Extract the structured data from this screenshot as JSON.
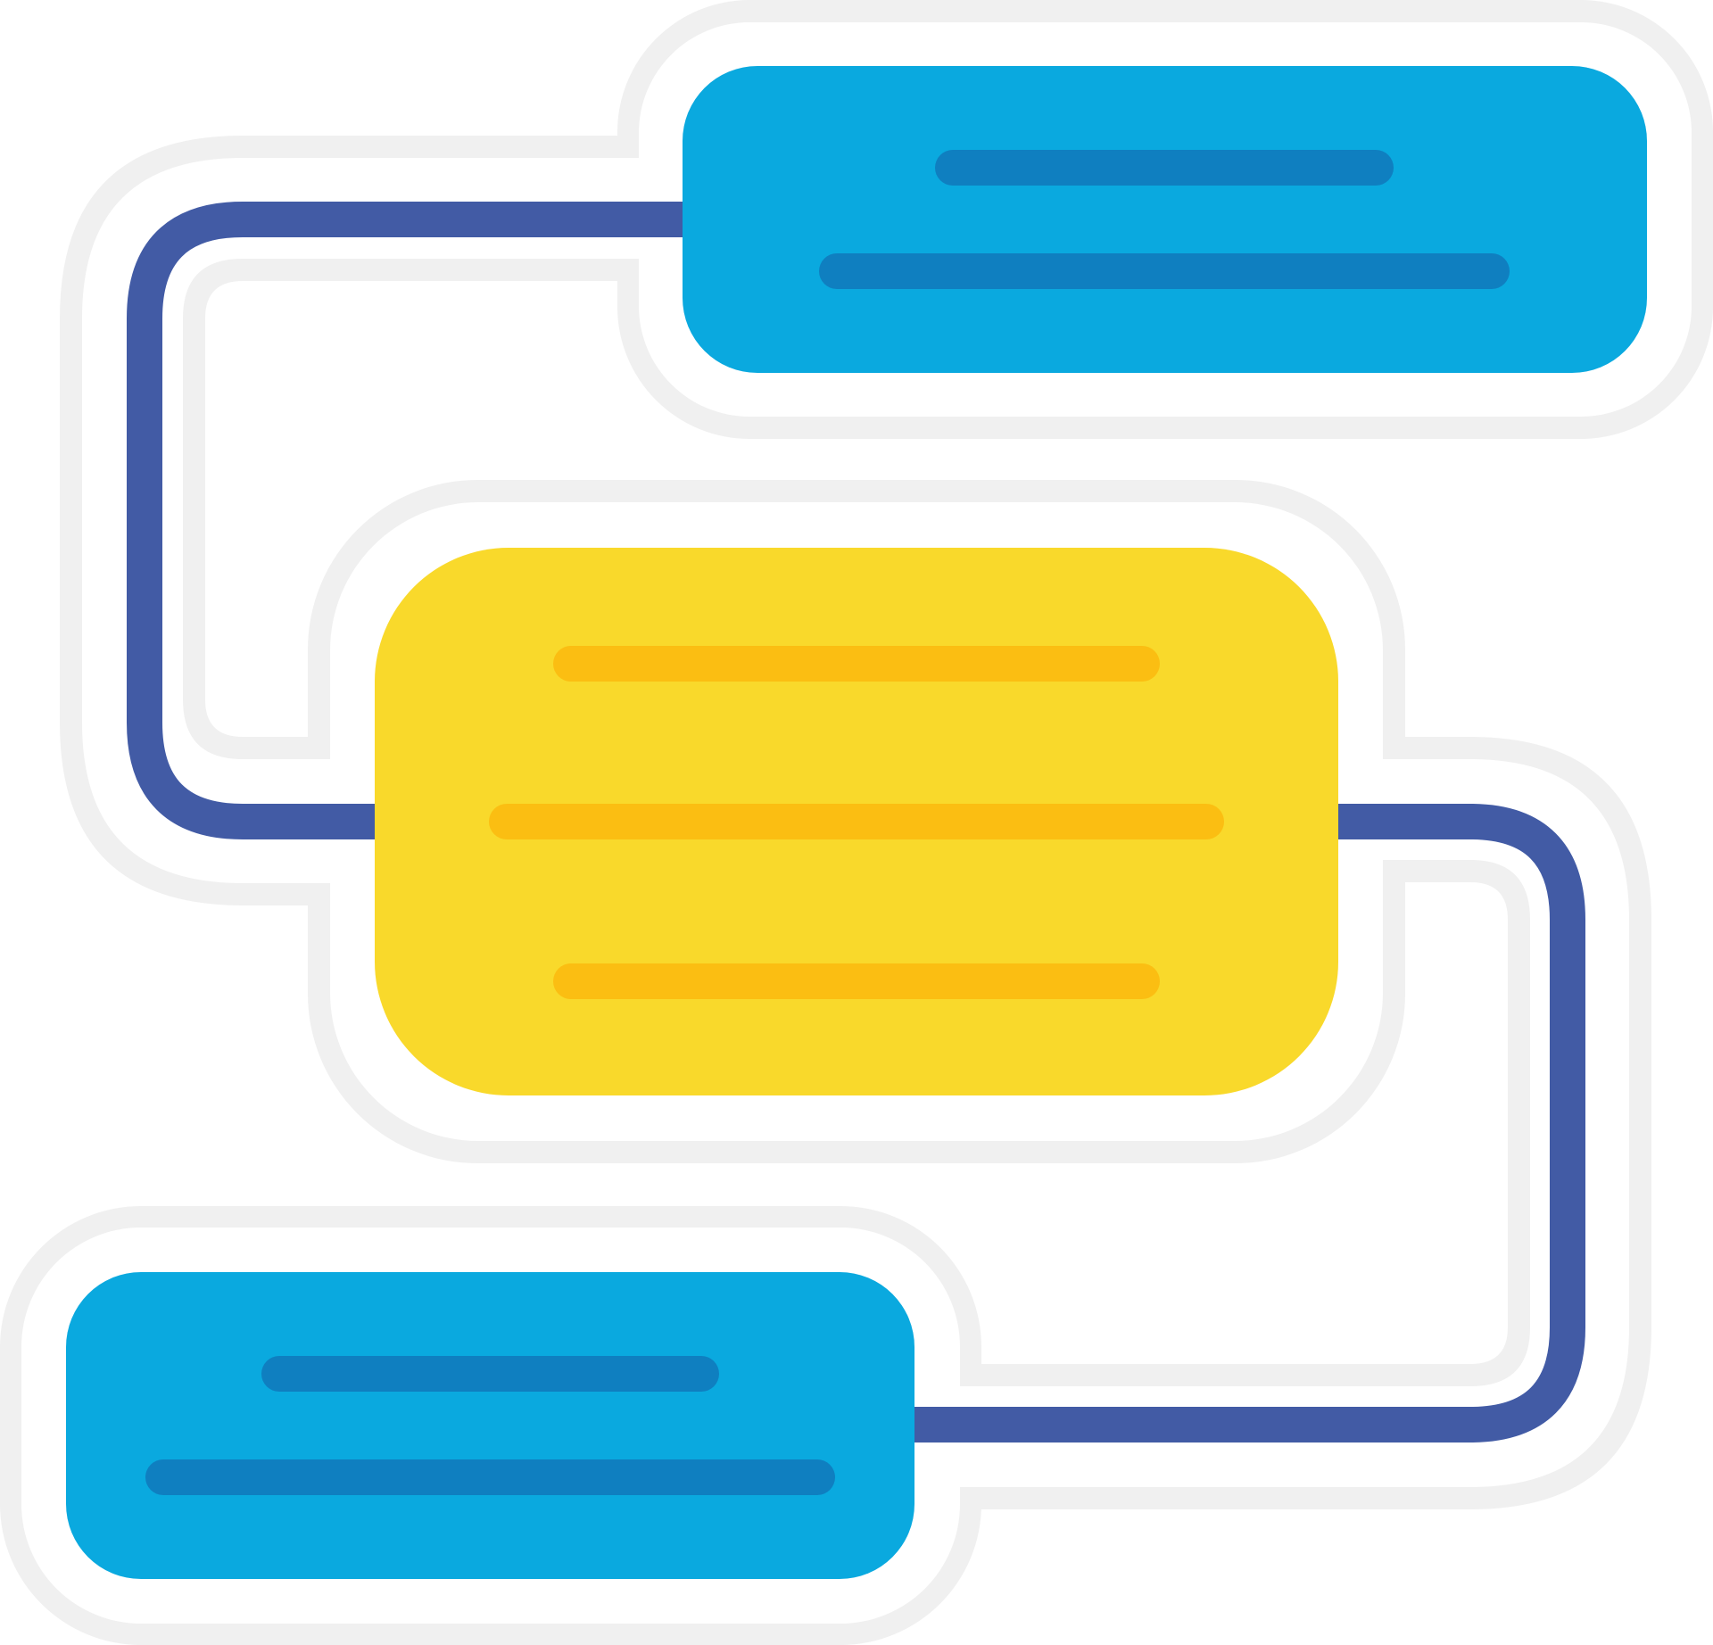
{
  "diagram": {
    "kind": "flowchart-icon-sticker",
    "colors": {
      "background": "#ffffff",
      "sticker_outline": "#f0f0f0",
      "sticker_fill": "#ffffff",
      "connector": "#425ba5",
      "blue_box": "#0aa9df",
      "blue_box_lines": "#0f7fc0",
      "yellow_box": "#f9d92b",
      "yellow_box_lines": "#fbbe12"
    },
    "nodes": [
      {
        "id": "top-right-box",
        "color": "blue",
        "text_line_count": 2
      },
      {
        "id": "middle-box",
        "color": "yellow",
        "text_line_count": 3
      },
      {
        "id": "bottom-left-box",
        "color": "blue",
        "text_line_count": 2
      }
    ],
    "connectors": [
      {
        "from": "top-right-box",
        "to": "middle-box",
        "side": "left"
      },
      {
        "from": "middle-box",
        "to": "bottom-left-box",
        "side": "right"
      }
    ]
  }
}
